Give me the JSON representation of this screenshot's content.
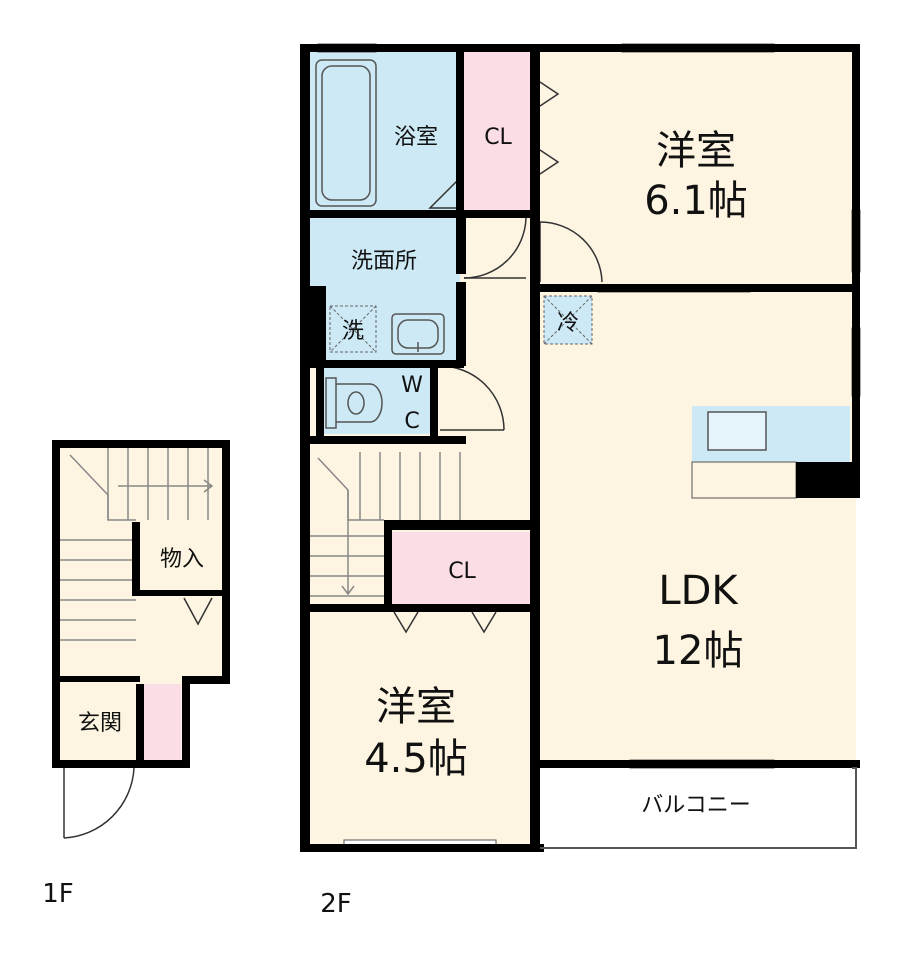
{
  "colors": {
    "floor": "#fdf5e1",
    "wet_area": "#cce9f5",
    "closet": "#fadde5",
    "wall": "#000000",
    "window": "#ffffff",
    "balcony": "#ffffff"
  },
  "floor_labels": {
    "first": "1F",
    "second": "2F"
  },
  "rooms": {
    "bathroom": "浴室",
    "closet_upper": "CL",
    "western_room_1": "洋室",
    "western_room_1_size": "6.1帖",
    "washroom": "洗面所",
    "washer": "洗",
    "refrigerator": "冷",
    "toilet_w": "W",
    "toilet_c": "C",
    "closet_lower": "CL",
    "ldk": "LDK",
    "ldk_size": "12帖",
    "western_room_2": "洋室",
    "western_room_2_size": "4.5帖",
    "balcony": "バルコニー",
    "storage": "物入",
    "entrance": "玄関"
  }
}
